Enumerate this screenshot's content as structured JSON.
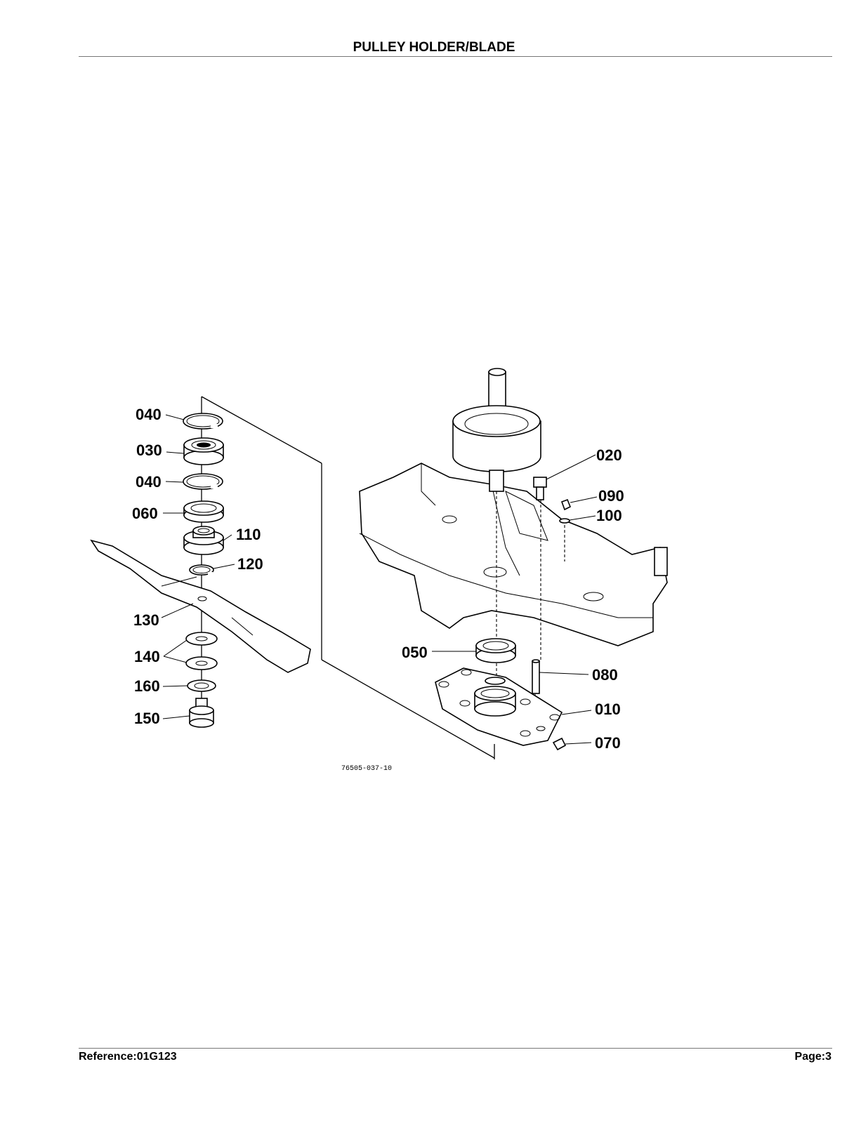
{
  "header": {
    "title": "PULLEY HOLDER/BLADE"
  },
  "footer": {
    "reference": "Reference:01G123",
    "page": "Page:3"
  },
  "diagram": {
    "drawing_code": "76505-037-10",
    "callouts": [
      "040",
      "030",
      "040",
      "060",
      "110",
      "120",
      "130",
      "140",
      "160",
      "150",
      "020",
      "090",
      "100",
      "050",
      "080",
      "010",
      "070"
    ]
  }
}
